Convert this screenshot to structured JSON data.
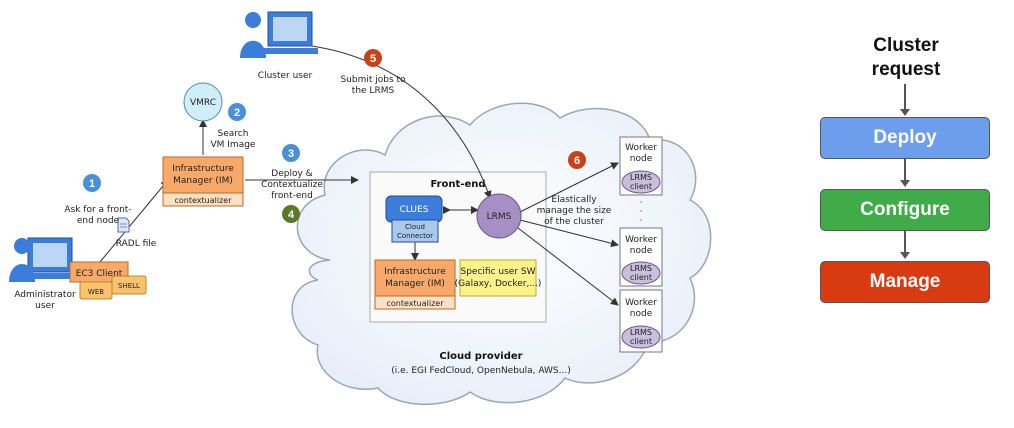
{
  "users": {
    "cluster_user": "Cluster user",
    "admin_line1": "Administrator",
    "admin_line2": "user"
  },
  "steps": [
    {
      "num": "1",
      "line1": "Ask for a front-",
      "line2": "end node",
      "color": "#4a90d9"
    },
    {
      "num": "2",
      "line1": "Search",
      "line2": "VM Image",
      "color": "#4a90d9"
    },
    {
      "num": "3",
      "line1": "Deploy &",
      "line2": "Contextualize",
      "line3": "front-end",
      "color": "#4a90d9"
    },
    {
      "num": "4",
      "color": "#5a7a2a"
    },
    {
      "num": "5",
      "line1": "Submit jobs to",
      "line2": "the LRMS",
      "color": "#c8431a"
    },
    {
      "num": "6",
      "line1": "Elastically",
      "line2": "manage the size",
      "line3": "of the cluster",
      "color": "#c8431a"
    }
  ],
  "components": {
    "vmrc": "VMRC",
    "im_line1": "Infrastructure",
    "im_line2": "Manager (IM)",
    "contextualizer": "contextualizer",
    "ec3_client": "EC3 Client",
    "web": "WEB",
    "shell": "SHELL",
    "radl": "RADL file",
    "front_end": "Front-end",
    "clues": "CLUES",
    "cloud_connector_line1": "Cloud",
    "cloud_connector_line2": "Connector",
    "lrms": "LRMS",
    "specific_sw_line1": "Specific user SW",
    "specific_sw_line2": "(Galaxy, Docker,...)",
    "worker_line1": "Worker",
    "worker_line2": "node",
    "lrms_client_line1": "LRMS",
    "lrms_client_line2": "client",
    "dots": "·\n·\n·"
  },
  "cloud": {
    "title": "Cloud provider",
    "subtitle": "(i.e. EGI FedCloud, OpenNebula, AWS...)"
  },
  "flow": {
    "title_line1": "Cluster",
    "title_line2": "request",
    "steps": [
      {
        "label": "Deploy",
        "color": "#6d9eeb"
      },
      {
        "label": "Configure",
        "color": "#3fac49"
      },
      {
        "label": "Manage",
        "color": "#d83a12"
      }
    ]
  }
}
